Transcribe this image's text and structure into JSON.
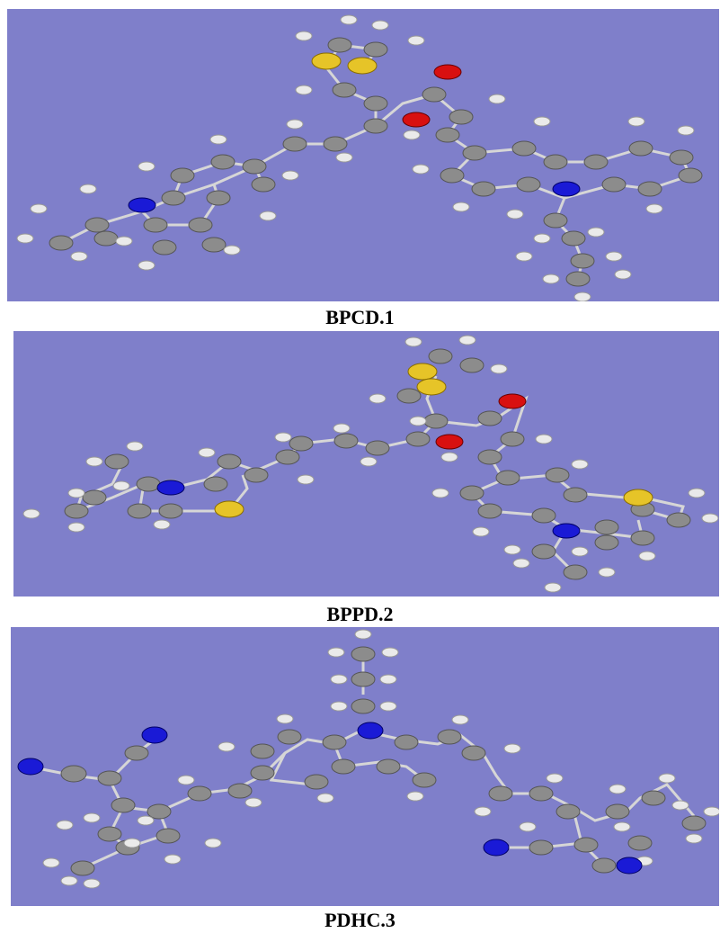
{
  "colors": {
    "background": "#7f7fca",
    "carbon": "#8c8c8c",
    "hydrogen": "#eaeaea",
    "nitrogen": "#1a1ad6",
    "oxygen": "#d81010",
    "sulfur": "#e6c428",
    "bond": "#d6d6d6"
  },
  "figures": [
    {
      "label": "BPCD.1"
    },
    {
      "label": "BPPD.2"
    },
    {
      "label": "PDHC.3"
    }
  ]
}
